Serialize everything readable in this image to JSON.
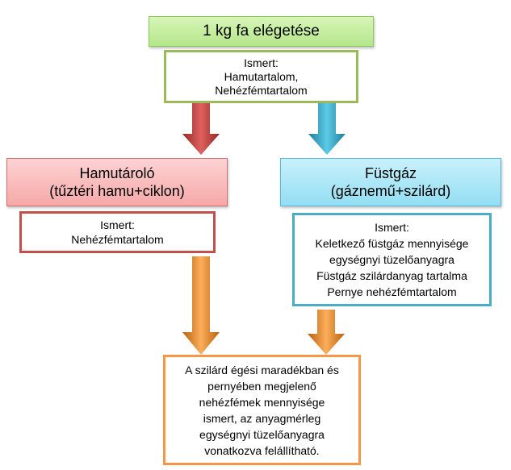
{
  "title": "1 kg fa elégetése",
  "known_top": {
    "lines": [
      "Ismert:",
      "Hamutartalom,",
      "Nehézfémtartalom"
    ]
  },
  "ash_collector": {
    "lines": [
      "Hamutároló",
      "(tűztéri hamu+ciklon)"
    ]
  },
  "flue_gas": {
    "lines": [
      "Füstgáz",
      "(gáznemű+szilárd)"
    ]
  },
  "known_ash": {
    "lines": [
      "Ismert:",
      "Nehézfémtartalom"
    ]
  },
  "known_gas": {
    "lines": [
      "Ismert:",
      "Keletkező füstgáz mennyisége",
      "egységnyi tüzelőanyagra",
      "Füstgáz szilárdanyag tartalma",
      "Pernye nehézfémtartalom"
    ]
  },
  "result": {
    "lines": [
      "A szilárd égési maradékban és",
      "pernyében megjelenő",
      "nehézfémek mennyisége",
      "ismert, az anyagmérleg",
      "egységnyi tüzelőanyagra",
      "vonatkozva felállítható."
    ]
  },
  "colors": {
    "red_arrow": "#c0504d",
    "blue_arrow": "#4bacc6",
    "orange_arrow": "#f79646",
    "green_border": "#9bbb59"
  }
}
